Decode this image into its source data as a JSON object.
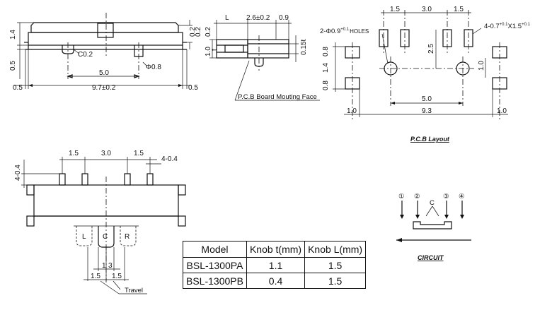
{
  "side_view": {
    "dim_top_height": "1.4",
    "dim_body_height": "0.5",
    "dim_pin_offset": "0.2",
    "dim_pin_offset_right": "0.2",
    "chamfer": "C0.2",
    "pitch": "5.0",
    "boss": "Φ0.8",
    "edge_left": "0.5",
    "length": "9.7±0.2",
    "edge_right": "0.5"
  },
  "end_view": {
    "dim_L": "L",
    "dim_t_width": "2.6±0.2",
    "dim_0_9": "0.9",
    "dim_0_2": "0.2",
    "dim_1_0": "1.0",
    "dim_t": "t",
    "dim_0_15": "0.15t",
    "callout": "P.C.B Board Mouting Face"
  },
  "pcb_layout": {
    "pitch_left": "1.5",
    "pitch_mid": "3.0",
    "pitch_right": "1.5",
    "holes": "2-Φ0.9",
    "holes_tol": "+0.1",
    "holes_suffix": "HOLES",
    "slots": "4-0.7",
    "slots_tol": "+0.1",
    "slots_x": "X1.5",
    "slots_x_tol": "+0.1",
    "row_upper": "0.8",
    "row_mid": "1.4",
    "row_lower": "0.8",
    "pin_row": "2.5",
    "pad_gap": "1.0",
    "hole_pitch": "5.0",
    "edge_left": "1.0",
    "total": "9.3",
    "edge_right": "1.0",
    "caption": "P.C.B Layout"
  },
  "bottom_view": {
    "pitch_left": "1.5",
    "pitch_mid": "3.0",
    "pitch_right": "1.5",
    "pin_len": "4-0.4",
    "pin_height": "4-0.4",
    "pos_L": "L",
    "pos_C": "C",
    "pos_R": "R",
    "knob_small": "1",
    "knob_small2": "3",
    "travel_left": "1.5",
    "travel_right": "1.5",
    "travel_label": "Travel"
  },
  "circuit": {
    "pins": [
      "①",
      "②",
      "③",
      "④"
    ],
    "common": "C",
    "caption": "CIRCUIT"
  },
  "spec_table": {
    "headers": [
      "Model",
      "Knob t(mm)",
      "Knob L(mm)"
    ],
    "rows": [
      [
        "BSL-1300PA",
        "1.1",
        "1.5"
      ],
      [
        "BSL-1300PB",
        "0.4",
        "1.5"
      ]
    ]
  }
}
